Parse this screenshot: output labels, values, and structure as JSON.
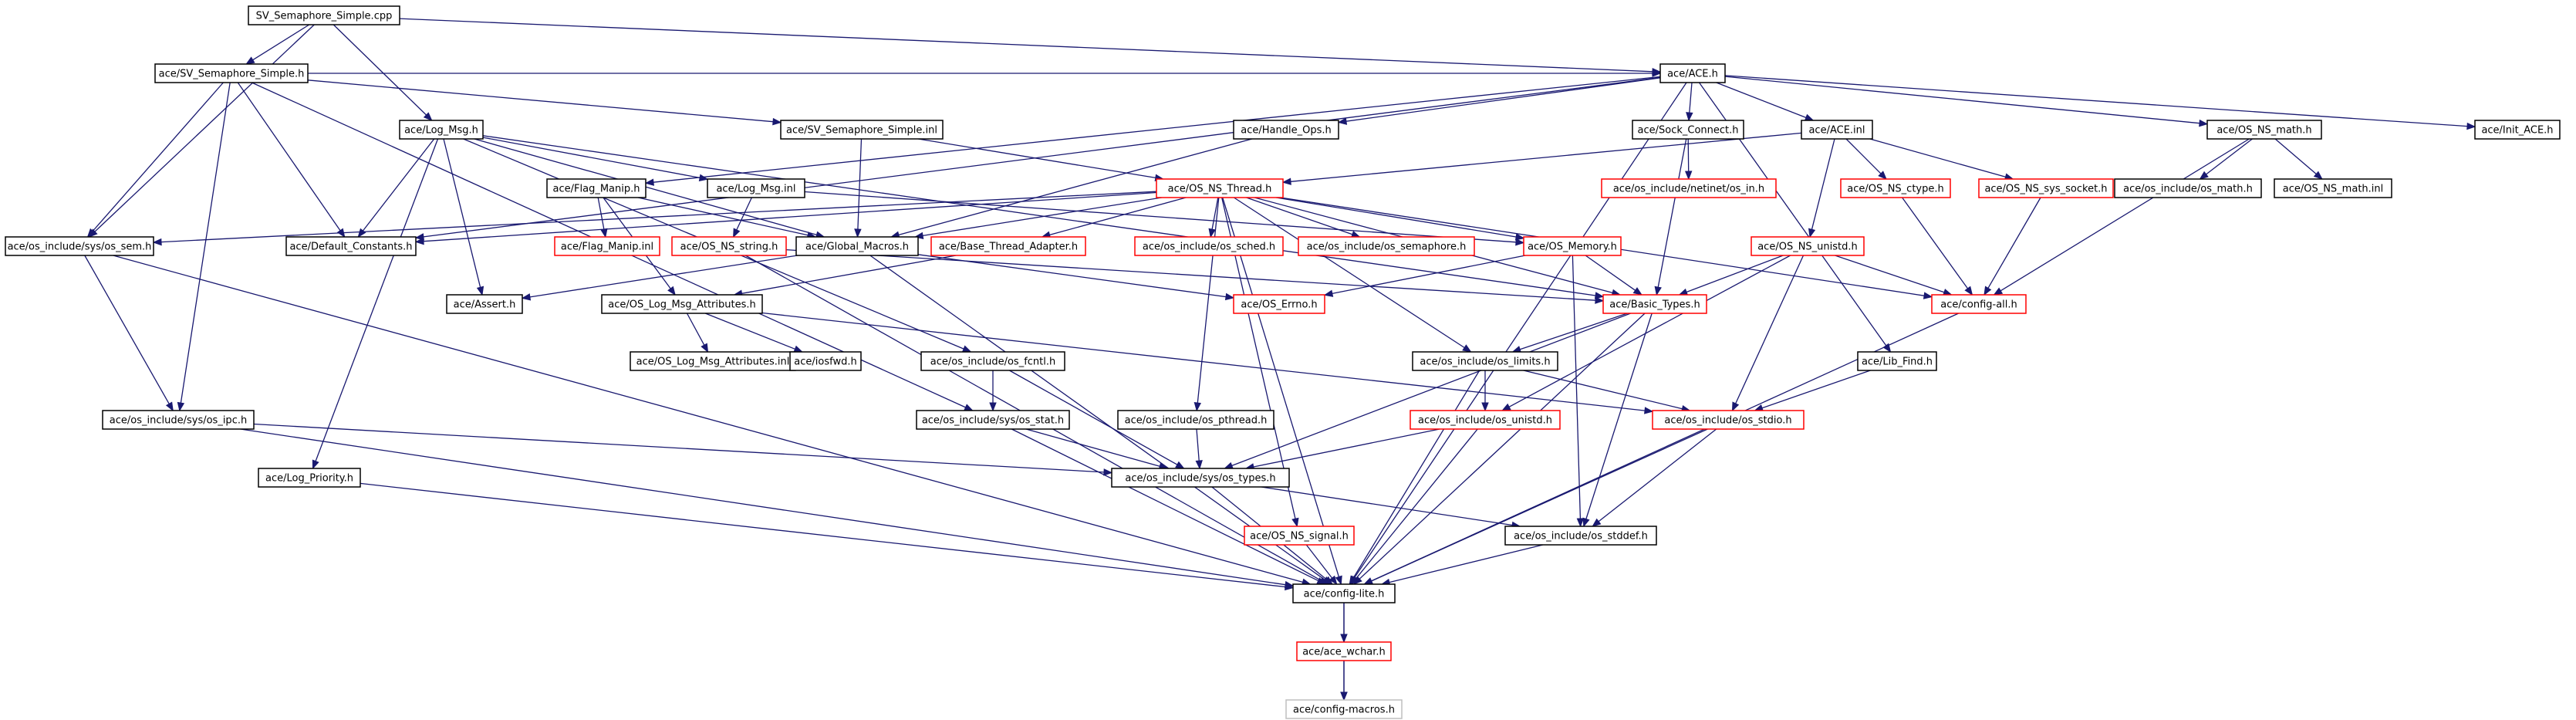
{
  "colors": {
    "edge": "#191970",
    "border_default": "#000000",
    "border_truncated": "#ff0000",
    "border_undocumented": "#bfbfbf",
    "root_fill": "#bfbfbf"
  },
  "nodes": [
    {
      "id": "root",
      "label": "SV_Semaphore_Simple.cpp",
      "style": "root"
    },
    {
      "id": "ace_h",
      "label": "ace/ACE.h",
      "style": "normal"
    },
    {
      "id": "svss_h",
      "label": "ace/SV_Semaphore_Simple.h",
      "style": "normal"
    },
    {
      "id": "log_msg_h",
      "label": "ace/Log_Msg.h",
      "style": "normal"
    },
    {
      "id": "svss_inl",
      "label": "ace/SV_Semaphore_Simple.inl",
      "style": "normal"
    },
    {
      "id": "handle_ops",
      "label": "ace/Handle_Ops.h",
      "style": "normal"
    },
    {
      "id": "sock_connect",
      "label": "ace/Sock_Connect.h",
      "style": "normal"
    },
    {
      "id": "ace_inl",
      "label": "ace/ACE.inl",
      "style": "normal"
    },
    {
      "id": "os_ns_math",
      "label": "ace/OS_NS_math.h",
      "style": "normal"
    },
    {
      "id": "init_ace",
      "label": "ace/Init_ACE.h",
      "style": "normal"
    },
    {
      "id": "flag_manip_h",
      "label": "ace/Flag_Manip.h",
      "style": "normal"
    },
    {
      "id": "log_msg_inl",
      "label": "ace/Log_Msg.inl",
      "style": "normal"
    },
    {
      "id": "os_ns_thread",
      "label": "ace/OS_NS_Thread.h",
      "style": "truncated"
    },
    {
      "id": "netinet_in",
      "label": "ace/os_include/netinet/os_in.h",
      "style": "truncated"
    },
    {
      "id": "os_ns_ctype",
      "label": "ace/OS_NS_ctype.h",
      "style": "truncated"
    },
    {
      "id": "os_ns_sys_socket",
      "label": "ace/OS_NS_sys_socket.h",
      "style": "truncated"
    },
    {
      "id": "os_math",
      "label": "ace/os_include/os_math.h",
      "style": "normal"
    },
    {
      "id": "os_ns_math_inl",
      "label": "ace/OS_NS_math.inl",
      "style": "normal"
    },
    {
      "id": "os_sem",
      "label": "ace/os_include/sys/os_sem.h",
      "style": "normal"
    },
    {
      "id": "default_constants",
      "label": "ace/Default_Constants.h",
      "style": "normal"
    },
    {
      "id": "flag_manip_inl",
      "label": "ace/Flag_Manip.inl",
      "style": "truncated"
    },
    {
      "id": "os_ns_string",
      "label": "ace/OS_NS_string.h",
      "style": "truncated"
    },
    {
      "id": "global_macros",
      "label": "ace/Global_Macros.h",
      "style": "normal"
    },
    {
      "id": "base_thread_adapter",
      "label": "ace/Base_Thread_Adapter.h",
      "style": "truncated"
    },
    {
      "id": "os_sched",
      "label": "ace/os_include/os_sched.h",
      "style": "truncated"
    },
    {
      "id": "os_semaphore",
      "label": "ace/os_include/os_semaphore.h",
      "style": "truncated"
    },
    {
      "id": "os_memory",
      "label": "ace/OS_Memory.h",
      "style": "truncated"
    },
    {
      "id": "os_ns_unistd",
      "label": "ace/OS_NS_unistd.h",
      "style": "truncated"
    },
    {
      "id": "config_all",
      "label": "ace/config-all.h",
      "style": "truncated"
    },
    {
      "id": "assert_h",
      "label": "ace/Assert.h",
      "style": "normal"
    },
    {
      "id": "os_log_msg_attr",
      "label": "ace/OS_Log_Msg_Attributes.h",
      "style": "normal"
    },
    {
      "id": "os_errno",
      "label": "ace/OS_Errno.h",
      "style": "truncated"
    },
    {
      "id": "basic_types",
      "label": "ace/Basic_Types.h",
      "style": "truncated"
    },
    {
      "id": "os_log_msg_attr_inl",
      "label": "ace/OS_Log_Msg_Attributes.inl",
      "style": "normal"
    },
    {
      "id": "iosfwd",
      "label": "ace/iosfwd.h",
      "style": "normal"
    },
    {
      "id": "os_fcntl",
      "label": "ace/os_include/os_fcntl.h",
      "style": "normal"
    },
    {
      "id": "os_limits",
      "label": "ace/os_include/os_limits.h",
      "style": "normal"
    },
    {
      "id": "lib_find",
      "label": "ace/Lib_Find.h",
      "style": "normal"
    },
    {
      "id": "os_ipc",
      "label": "ace/os_include/sys/os_ipc.h",
      "style": "normal"
    },
    {
      "id": "os_stat",
      "label": "ace/os_include/sys/os_stat.h",
      "style": "normal"
    },
    {
      "id": "os_pthread",
      "label": "ace/os_include/os_pthread.h",
      "style": "normal"
    },
    {
      "id": "os_unistd",
      "label": "ace/os_include/os_unistd.h",
      "style": "truncated"
    },
    {
      "id": "os_stdio",
      "label": "ace/os_include/os_stdio.h",
      "style": "truncated"
    },
    {
      "id": "log_priority",
      "label": "ace/Log_Priority.h",
      "style": "normal"
    },
    {
      "id": "os_types",
      "label": "ace/os_include/sys/os_types.h",
      "style": "normal"
    },
    {
      "id": "os_ns_signal",
      "label": "ace/OS_NS_signal.h",
      "style": "truncated"
    },
    {
      "id": "os_stddef",
      "label": "ace/os_include/os_stddef.h",
      "style": "normal"
    },
    {
      "id": "config_lite",
      "label": "ace/config-lite.h",
      "style": "normal"
    },
    {
      "id": "ace_wchar",
      "label": "ace/ace_wchar.h",
      "style": "truncated"
    },
    {
      "id": "config_macros",
      "label": "ace/config-macros.h",
      "style": "undocumented"
    }
  ],
  "edges": [
    [
      "root",
      "ace_h"
    ],
    [
      "root",
      "svss_h"
    ],
    [
      "root",
      "log_msg_h"
    ],
    [
      "root",
      "os_sem"
    ],
    [
      "ace_h",
      "handle_ops"
    ],
    [
      "ace_h",
      "sock_connect"
    ],
    [
      "ace_h",
      "ace_inl"
    ],
    [
      "ace_h",
      "os_ns_math"
    ],
    [
      "ace_h",
      "init_ace"
    ],
    [
      "ace_h",
      "flag_manip_h"
    ],
    [
      "ace_h",
      "lib_find"
    ],
    [
      "ace_h",
      "default_constants"
    ],
    [
      "ace_h",
      "config_lite"
    ],
    [
      "svss_h",
      "svss_inl"
    ],
    [
      "svss_h",
      "os_sem"
    ],
    [
      "svss_h",
      "default_constants"
    ],
    [
      "svss_h",
      "os_ipc"
    ],
    [
      "svss_h",
      "os_stat"
    ],
    [
      "svss_h",
      "ace_h"
    ],
    [
      "svss_inl",
      "global_macros"
    ],
    [
      "svss_inl",
      "os_ns_thread"
    ],
    [
      "handle_ops",
      "global_macros"
    ],
    [
      "sock_connect",
      "netinet_in"
    ],
    [
      "sock_connect",
      "basic_types"
    ],
    [
      "ace_inl",
      "os_ns_thread"
    ],
    [
      "ace_inl",
      "os_ns_ctype"
    ],
    [
      "ace_inl",
      "os_ns_sys_socket"
    ],
    [
      "ace_inl",
      "os_ns_unistd"
    ],
    [
      "os_ns_math",
      "os_math"
    ],
    [
      "os_ns_math",
      "os_ns_math_inl"
    ],
    [
      "os_ns_math",
      "config_all"
    ],
    [
      "os_ns_ctype",
      "config_all"
    ],
    [
      "os_ns_sys_socket",
      "config_all"
    ],
    [
      "flag_manip_h",
      "flag_manip_inl"
    ],
    [
      "flag_manip_h",
      "global_macros"
    ],
    [
      "flag_manip_h",
      "os_log_msg_attr"
    ],
    [
      "log_msg_h",
      "log_msg_inl"
    ],
    [
      "log_msg_h",
      "default_constants"
    ],
    [
      "log_msg_h",
      "global_macros"
    ],
    [
      "log_msg_h",
      "assert_h"
    ],
    [
      "log_msg_h",
      "log_priority"
    ],
    [
      "log_msg_h",
      "os_fcntl"
    ],
    [
      "log_msg_h",
      "basic_types"
    ],
    [
      "log_msg_inl",
      "os_ns_string"
    ],
    [
      "log_msg_inl",
      "os_memory"
    ],
    [
      "os_ns_thread",
      "os_sem"
    ],
    [
      "os_ns_thread",
      "default_constants"
    ],
    [
      "os_ns_thread",
      "global_macros"
    ],
    [
      "os_ns_thread",
      "base_thread_adapter"
    ],
    [
      "os_ns_thread",
      "os_sched"
    ],
    [
      "os_ns_thread",
      "os_semaphore"
    ],
    [
      "os_ns_thread",
      "os_memory"
    ],
    [
      "os_ns_thread",
      "basic_types"
    ],
    [
      "os_ns_thread",
      "os_ns_signal"
    ],
    [
      "os_ns_thread",
      "os_pthread"
    ],
    [
      "os_ns_thread",
      "os_limits"
    ],
    [
      "os_ns_thread",
      "config_all"
    ],
    [
      "os_ns_thread",
      "config_lite"
    ],
    [
      "os_ns_unistd",
      "basic_types"
    ],
    [
      "os_ns_unistd",
      "config_all"
    ],
    [
      "os_ns_unistd",
      "os_unistd"
    ],
    [
      "os_ns_unistd",
      "os_stdio"
    ],
    [
      "os_memory",
      "os_errno"
    ],
    [
      "os_memory",
      "basic_types"
    ],
    [
      "os_memory",
      "os_stddef"
    ],
    [
      "global_macros",
      "assert_h"
    ],
    [
      "global_macros",
      "config_lite"
    ],
    [
      "global_macros",
      "os_errno"
    ],
    [
      "os_ns_string",
      "basic_types"
    ],
    [
      "os_ns_string",
      "config_lite"
    ],
    [
      "base_thread_adapter",
      "os_log_msg_attr"
    ],
    [
      "os_log_msg_attr",
      "os_log_msg_attr_inl"
    ],
    [
      "os_log_msg_attr",
      "iosfwd"
    ],
    [
      "os_log_msg_attr",
      "os_stdio"
    ],
    [
      "basic_types",
      "os_limits"
    ],
    [
      "basic_types",
      "os_stddef"
    ],
    [
      "basic_types",
      "config_lite"
    ],
    [
      "basic_types",
      "os_types"
    ],
    [
      "os_limits",
      "os_unistd"
    ],
    [
      "os_limits",
      "os_stdio"
    ],
    [
      "os_limits",
      "config_lite"
    ],
    [
      "config_all",
      "config_lite"
    ],
    [
      "lib_find",
      "os_stdio"
    ],
    [
      "os_sem",
      "os_ipc"
    ],
    [
      "os_sem",
      "config_lite"
    ],
    [
      "os_ipc",
      "os_types"
    ],
    [
      "os_ipc",
      "config_lite"
    ],
    [
      "os_fcntl",
      "os_stat"
    ],
    [
      "os_fcntl",
      "os_types"
    ],
    [
      "os_stat",
      "os_types"
    ],
    [
      "os_stat",
      "config_lite"
    ],
    [
      "os_pthread",
      "os_types"
    ],
    [
      "os_unistd",
      "os_types"
    ],
    [
      "os_unistd",
      "config_lite"
    ],
    [
      "os_stdio",
      "os_stddef"
    ],
    [
      "os_stdio",
      "config_lite"
    ],
    [
      "log_priority",
      "config_lite"
    ],
    [
      "os_types",
      "os_stddef"
    ],
    [
      "os_types",
      "config_lite"
    ],
    [
      "os_ns_signal",
      "config_lite"
    ],
    [
      "os_stddef",
      "config_lite"
    ],
    [
      "config_lite",
      "ace_wchar"
    ],
    [
      "config_lite",
      "config_macros"
    ],
    [
      "ace_wchar",
      "config_macros"
    ]
  ]
}
